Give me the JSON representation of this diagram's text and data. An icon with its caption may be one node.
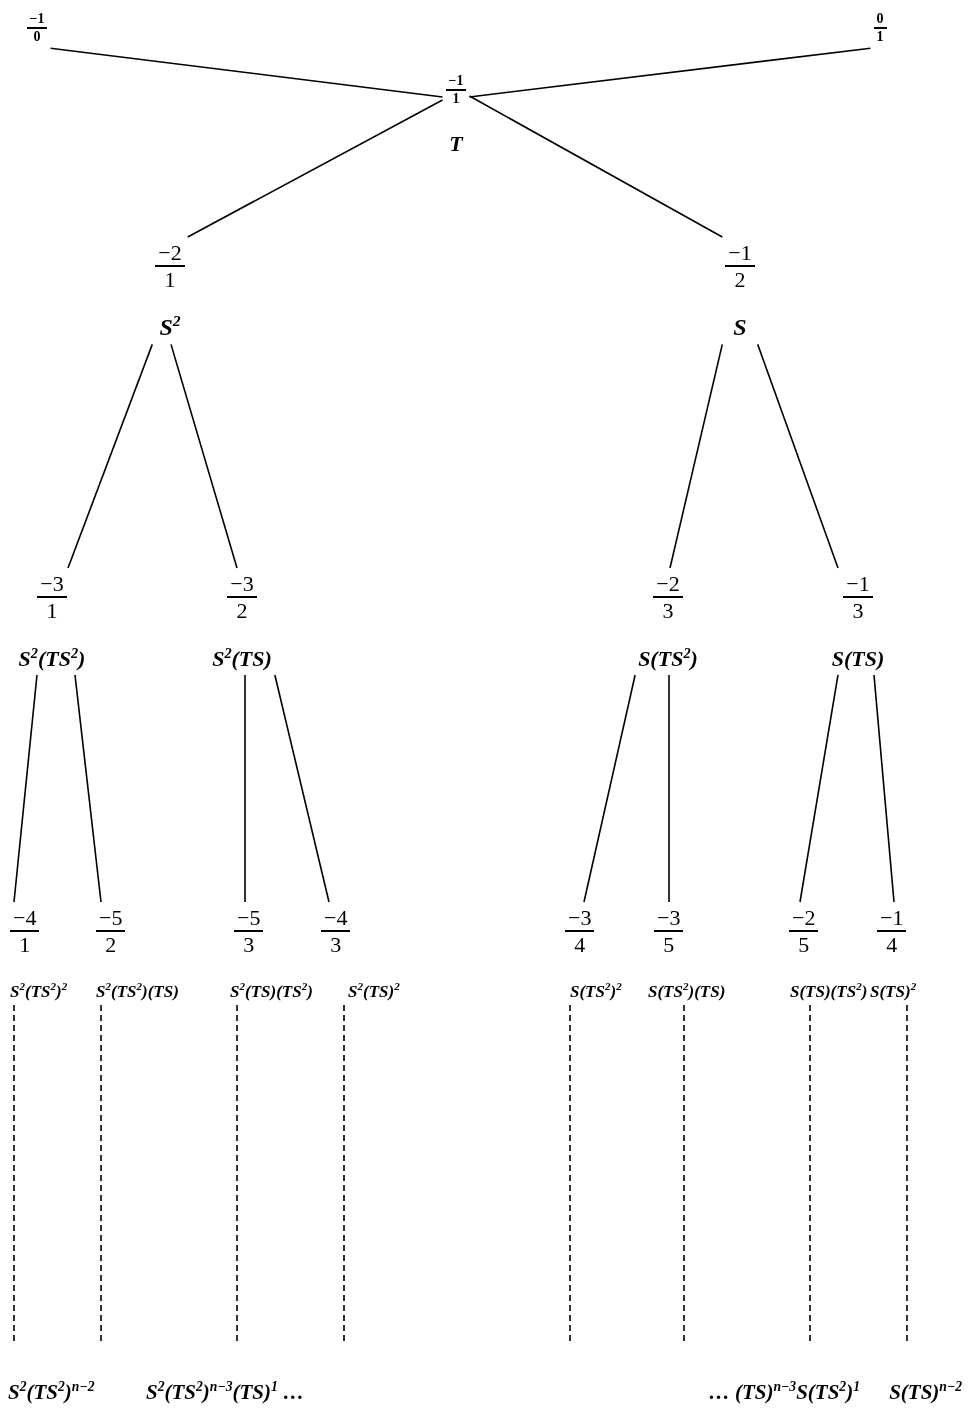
{
  "diagram": {
    "nodes": [
      {
        "text": [
          "−1",
          "0"
        ]
      },
      {
        "text": [
          "0",
          "1"
        ]
      },
      {
        "text": [
          "−1",
          "1",
          "T"
        ]
      },
      {
        "text": [
          "−2",
          "1",
          "S$^{2}$"
        ]
      },
      {
        "text": [
          "−1",
          "2",
          "S"
        ]
      },
      {
        "text": [
          "−3",
          "1",
          "S$^{2}$(TS$^{2}$)"
        ]
      },
      {
        "text": [
          "−3",
          "2",
          "S$^{2}$(TS)"
        ]
      },
      {
        "text": [
          "−2",
          "3",
          "S(TS$^{2}$)"
        ]
      },
      {
        "text": [
          "−1",
          "3",
          "S(TS)"
        ]
      },
      {
        "text": [
          "−4",
          "1",
          "S$^{2}$(TS$^{2}$)$^{2}$"
        ]
      },
      {
        "text": [
          "−5",
          "2",
          "S$^{2}$(TS$^{2}$)(TS)"
        ]
      },
      {
        "text": [
          "−5",
          "3",
          "S$^{2}$(TS)(TS$^{2}$)"
        ]
      },
      {
        "text": [
          "−4",
          "3",
          "S$^{2}$(TS)$^{2}$"
        ]
      },
      {
        "text": [
          "−3",
          "4",
          "S(TS$^{2}$)$^{2}$"
        ]
      },
      {
        "text": [
          "−3",
          "5",
          "S(TS$^{2}$)(TS)"
        ]
      },
      {
        "text": [
          "−2",
          "5",
          "S(TS)(TS$^{2}$)"
        ]
      },
      {
        "text": [
          "−1",
          "4",
          "S(TS)$^{2}$"
        ]
      }
    ],
    "edges": [
      {
        "from": 0,
        "to": 2,
        "arrow": "none"
      },
      {
        "from": 1,
        "to": 2,
        "arrow": "none"
      },
      {
        "from": 2,
        "to": 3,
        "arrow": "none"
      },
      {
        "from": 2,
        "to": 4,
        "arrow": "none"
      },
      {
        "from": 3,
        "to": 5,
        "arrow": "none"
      },
      {
        "from": 3,
        "to": 6,
        "arrow": "none"
      },
      {
        "from": 4,
        "to": 7,
        "arrow": "none"
      },
      {
        "from": 4,
        "to": 8,
        "arrow": "none"
      },
      {
        "from": 5,
        "to": 9,
        "arrow": "none"
      },
      {
        "from": 5,
        "to": 10,
        "arrow": "none"
      },
      {
        "from": 6,
        "to": 11,
        "arrow": "none"
      },
      {
        "from": 6,
        "to": 12,
        "arrow": "none"
      },
      {
        "from": 7,
        "to": 13,
        "arrow": "none"
      },
      {
        "from": 7,
        "to": 14,
        "arrow": "none"
      },
      {
        "from": 8,
        "to": 15,
        "arrow": "none"
      },
      {
        "from": 8,
        "to": 16,
        "arrow": "none"
      },
      {
        "from": 9,
        "to": null,
        "arrow": "none",
        "style": "dashed"
      },
      {
        "from": 10,
        "to": null,
        "arrow": "none",
        "style": "dashed"
      },
      {
        "from": 11,
        "to": null,
        "arrow": "none",
        "style": "dashed"
      },
      {
        "from": 12,
        "to": null,
        "arrow": "none",
        "style": "dashed"
      },
      {
        "from": 13,
        "to": null,
        "arrow": "none",
        "style": "dashed"
      },
      {
        "from": 14,
        "to": null,
        "arrow": "none",
        "style": "dashed"
      },
      {
        "from": 15,
        "to": null,
        "arrow": "none",
        "style": "dashed"
      },
      {
        "from": 16,
        "to": null,
        "arrow": "none",
        "style": "dashed"
      }
    ],
    "labels": [
      "S$^{2}$(TS$^{2}$)$^{n−2}$",
      "S$^{2}$(TS$^{2}$)$^{n−3}$(TS)$^{1}$ …",
      "… (TS)$^{n−3}$S(TS$^{2}$)$^{1}$",
      "S(TS)$^{n−2}$"
    ]
  }
}
